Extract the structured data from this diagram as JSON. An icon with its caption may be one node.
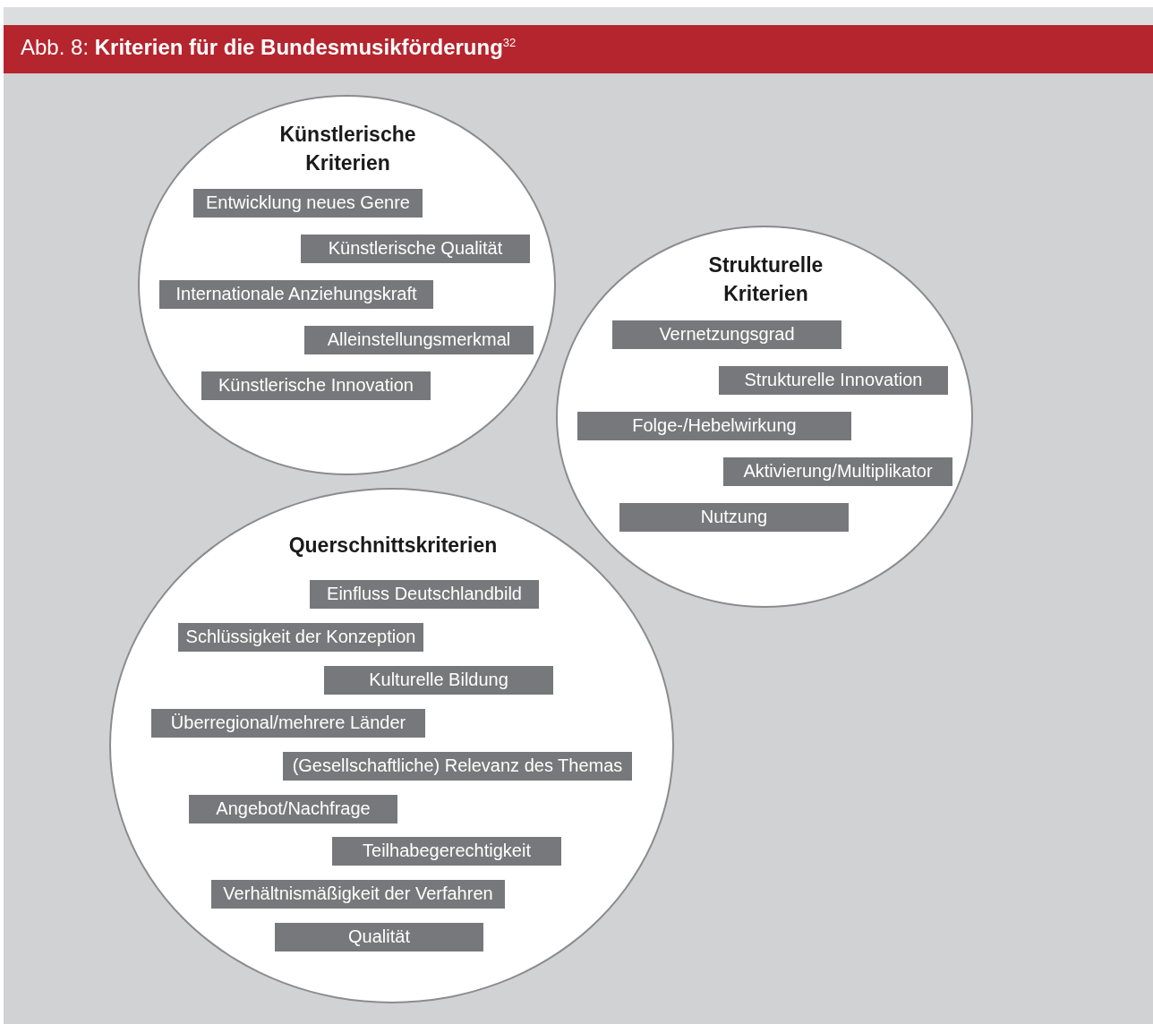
{
  "diagram": {
    "title": "Abb. 8: **Kriterien für die Bundesmusikförderung**$^{32}$",
    "nodes": [
      {
        "text": [
          "Künstlerische Kriterien"
        ]
      },
      {
        "text": [
          "Entwicklung neues Genre"
        ],
        "in": 0
      },
      {
        "text": [
          "Künstlerische Qualität"
        ],
        "in": 0
      },
      {
        "text": [
          "Internationale Anziehungskraft"
        ],
        "in": 0
      },
      {
        "text": [
          "Alleinstellungsmerkmal"
        ],
        "in": 0
      },
      {
        "text": [
          "Künstlerische Innovation"
        ],
        "in": 0
      },
      {
        "text": [
          "Strukturelle Kriterien"
        ]
      },
      {
        "text": [
          "Vernetzungsgrad"
        ],
        "in": 6
      },
      {
        "text": [
          "Strukturelle Innovation"
        ],
        "in": 6
      },
      {
        "text": [
          "Folge-/Hebelwirkung"
        ],
        "in": 6
      },
      {
        "text": [
          "Aktivierung/Multiplikator"
        ],
        "in": 6
      },
      {
        "text": [
          "Nutzung"
        ],
        "in": 6
      },
      {
        "text": [
          "Querschnittskriterien"
        ]
      },
      {
        "text": [
          "Einfluss Deutschlandbild"
        ],
        "in": 12
      },
      {
        "text": [
          "Schlüssigkeit der Konzeption"
        ],
        "in": 12
      },
      {
        "text": [
          "Kulturelle Bildung"
        ],
        "in": 12
      },
      {
        "text": [
          "Überregional/mehrere Länder"
        ],
        "in": 12
      },
      {
        "text": [
          "(Gesellschaftliche) Relevanz des Themas"
        ],
        "in": 12
      },
      {
        "text": [
          "Angebot/Nachfrage"
        ],
        "in": 12
      },
      {
        "text": [
          "Teilhabegerechtigkeit"
        ],
        "in": 12
      },
      {
        "text": [
          "Verhältnismäßigkeit der Verfahren"
        ],
        "in": 12
      },
      {
        "text": [
          "Qualität"
        ],
        "in": 12
      }
    ]
  }
}
